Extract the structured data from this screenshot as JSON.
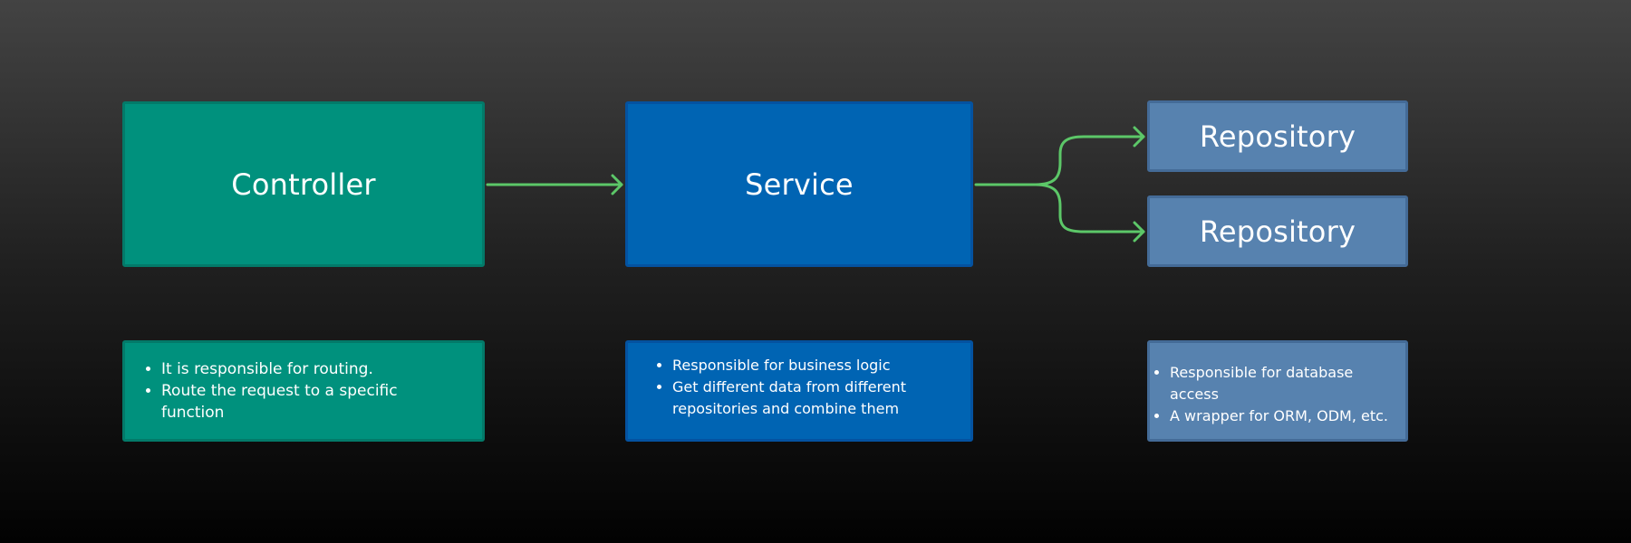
{
  "controller": {
    "label": "Controller",
    "bullets": [
      "It is responsible for routing.",
      "Route the request to a specific function"
    ]
  },
  "service": {
    "label": "Service",
    "bullets": [
      "Responsible for business logic",
      "Get different data from different repositories and combine them"
    ]
  },
  "repository": {
    "labels": [
      "Repository",
      "Repository"
    ],
    "bullets": [
      "Responsible for database access",
      "A wrapper for ORM, ODM, etc."
    ]
  },
  "colors": {
    "controller": "#00917d",
    "service": "#0064b3",
    "repository": "#5782af",
    "arrow": "#5cc768"
  }
}
